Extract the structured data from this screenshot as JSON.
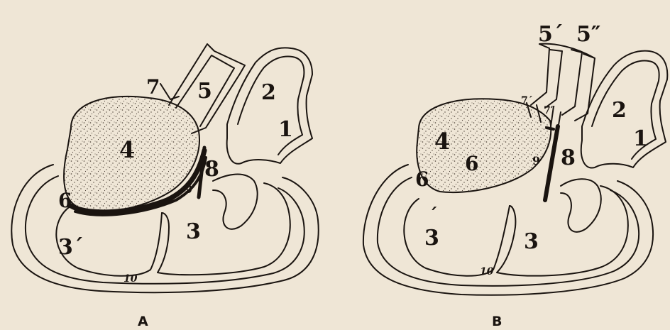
{
  "panels": {
    "a": {
      "caption": "A",
      "labels": {
        "l1": "1",
        "l2": "2",
        "l3": "3",
        "l3p": "3´",
        "l4": "4",
        "l5": "5",
        "l6": "6",
        "l7": "7",
        "l8": "8",
        "l9": "9",
        "l10": "10"
      }
    },
    "b": {
      "caption": "B",
      "labels": {
        "l1": "1",
        "l2": "2",
        "l3": "3",
        "l3p": "3",
        "l4": "4",
        "l5p": "5´",
        "l5pp": "5″",
        "l6a": "6",
        "l6b": "6",
        "l7p": "7´",
        "l7pp": "7″",
        "l8": "8",
        "l9": "9",
        "l10": "10"
      }
    }
  },
  "colors": {
    "paper": "#efe6d6",
    "ink": "#1a1410",
    "stipple": "#4a3f35"
  }
}
